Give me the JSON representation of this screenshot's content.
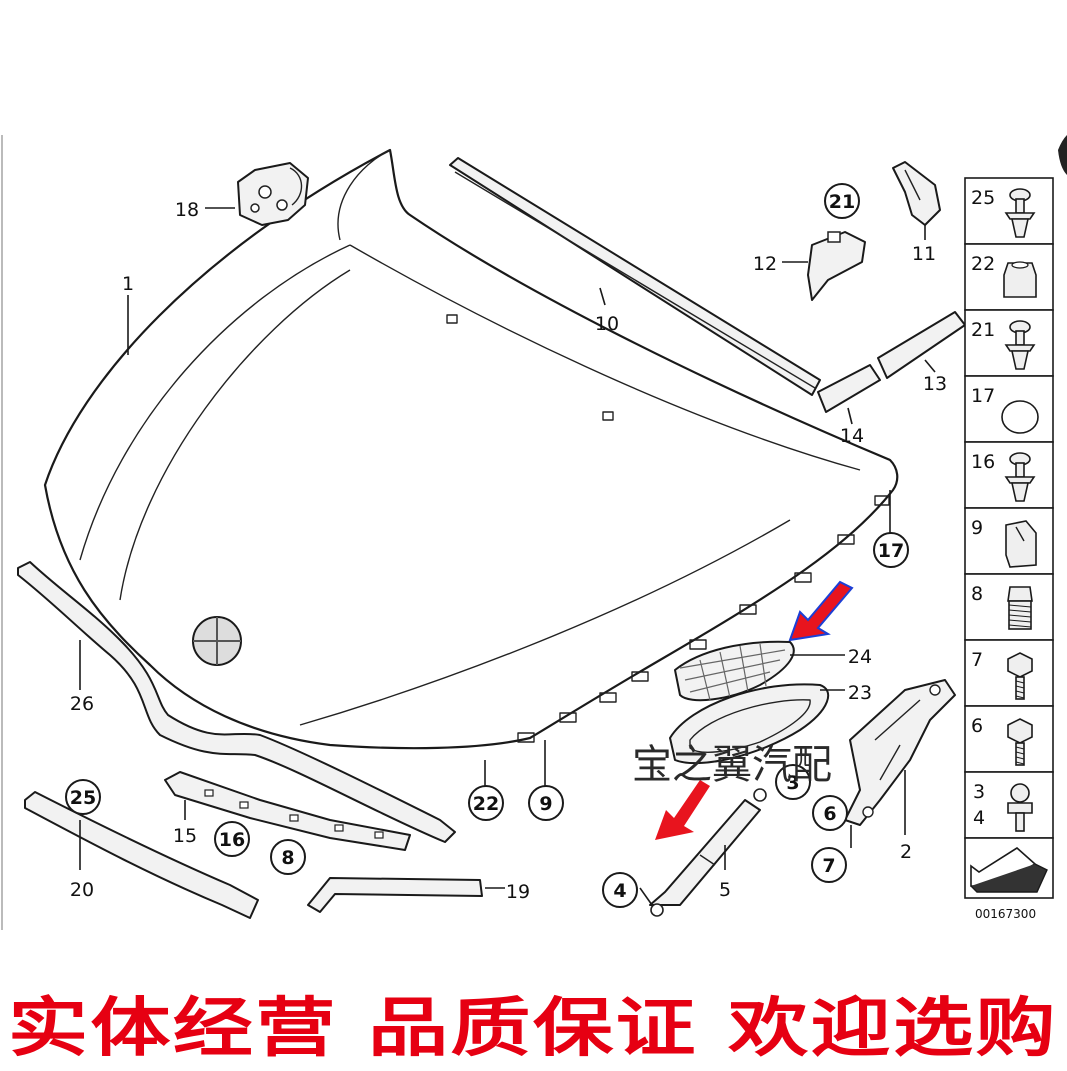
{
  "diagram": {
    "callouts_plain": [
      {
        "id": "c1",
        "label": "1"
      },
      {
        "id": "c2",
        "label": "2"
      },
      {
        "id": "c5",
        "label": "5"
      },
      {
        "id": "c10",
        "label": "10"
      },
      {
        "id": "c11",
        "label": "11"
      },
      {
        "id": "c12",
        "label": "12"
      },
      {
        "id": "c13",
        "label": "13"
      },
      {
        "id": "c14",
        "label": "14"
      },
      {
        "id": "c15",
        "label": "15"
      },
      {
        "id": "c18",
        "label": "18"
      },
      {
        "id": "c19",
        "label": "19"
      },
      {
        "id": "c20",
        "label": "20"
      },
      {
        "id": "c23",
        "label": "23"
      },
      {
        "id": "c24",
        "label": "24"
      },
      {
        "id": "c26",
        "label": "26"
      }
    ],
    "callouts_circled": [
      {
        "id": "k21",
        "label": "21"
      },
      {
        "id": "k17",
        "label": "17"
      },
      {
        "id": "k25",
        "label": "25"
      },
      {
        "id": "k16",
        "label": "16"
      },
      {
        "id": "k8",
        "label": "8"
      },
      {
        "id": "k22",
        "label": "22"
      },
      {
        "id": "k9",
        "label": "9"
      },
      {
        "id": "k3",
        "label": "3"
      },
      {
        "id": "k6",
        "label": "6"
      },
      {
        "id": "k7",
        "label": "7"
      },
      {
        "id": "k4",
        "label": "4"
      }
    ],
    "fastener_panel": [
      {
        "label": "25",
        "icon": "screw-clip-icon"
      },
      {
        "label": "22",
        "icon": "rubber-buffer-icon"
      },
      {
        "label": "21",
        "icon": "screw-clip-icon"
      },
      {
        "label": "17",
        "icon": "round-plug-icon"
      },
      {
        "label": "16",
        "icon": "screw-clip-icon"
      },
      {
        "label": "9",
        "icon": "clip-nut-icon"
      },
      {
        "label": "8",
        "icon": "adjust-buffer-icon"
      },
      {
        "label": "7",
        "icon": "hex-bolt-icon"
      },
      {
        "label": "6",
        "icon": "hex-bolt-icon"
      },
      {
        "label": "3\n4",
        "label_a": "3",
        "label_b": "4",
        "icon": "ball-stud-icon"
      },
      {
        "label": "",
        "icon": "arrow-icon"
      }
    ],
    "diagram_code": "00167300",
    "watermark": "宝之翼汽配",
    "slogan": "实体经营  品质保证  欢迎选购",
    "colors": {
      "slogan": "#e60012",
      "arrow_fill": "#e8141e",
      "arrow_outline": "#1b3fd6",
      "line": "#1a1a1a"
    }
  }
}
